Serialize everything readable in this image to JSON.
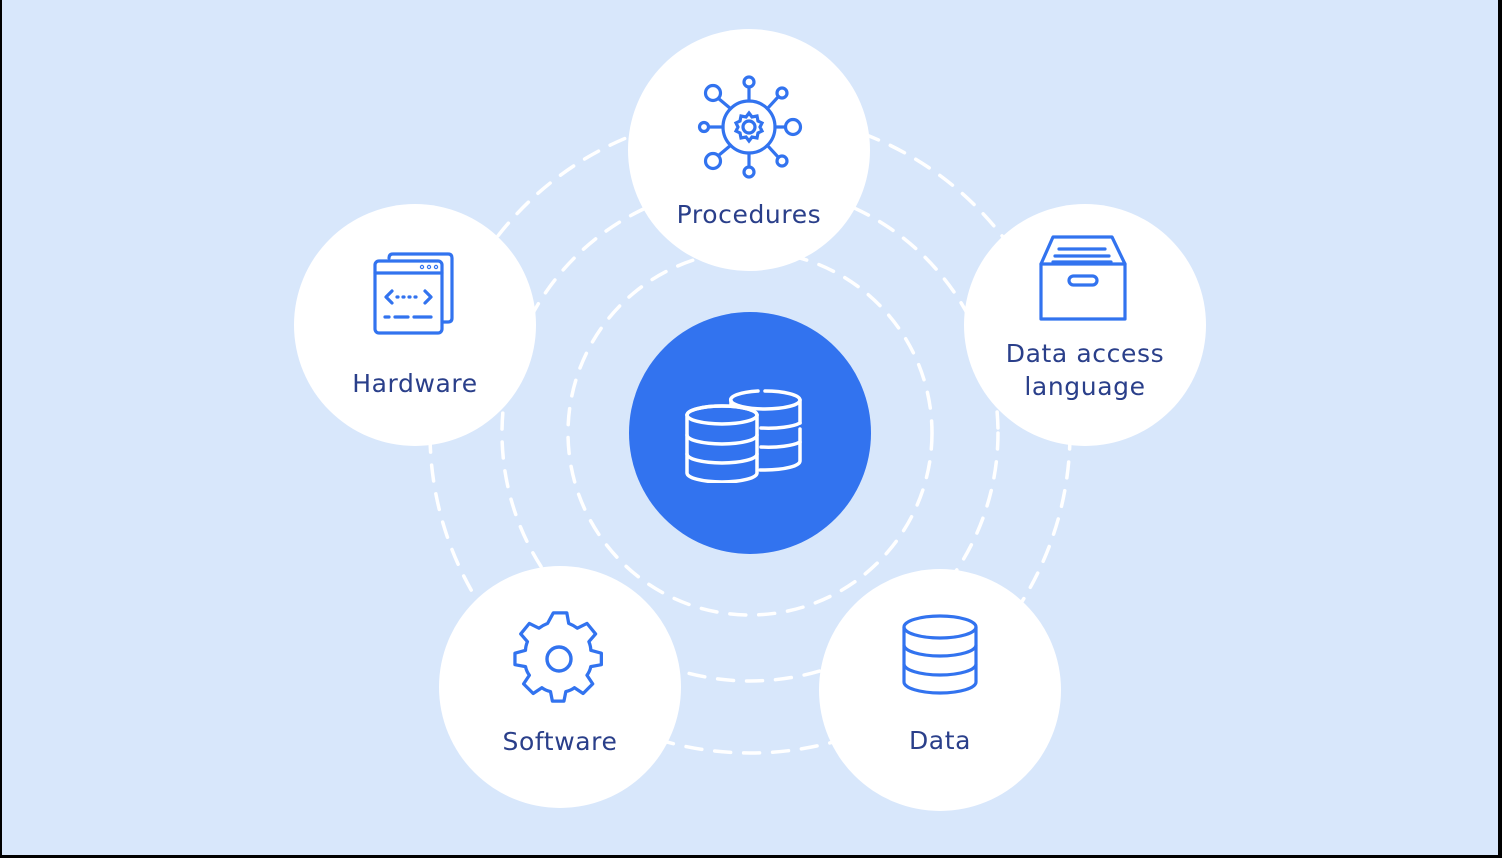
{
  "diagram": {
    "title": "",
    "center": {
      "icon": "database-stack-icon",
      "color": "#3273ef"
    },
    "nodes": [
      {
        "id": "procedures",
        "label": "Procedures",
        "icon": "network-gear-icon"
      },
      {
        "id": "hardware",
        "label": "Hardware",
        "icon": "code-window-icon"
      },
      {
        "id": "data-access-language",
        "label": "Data access\nlanguage",
        "icon": "file-archive-box-icon"
      },
      {
        "id": "software",
        "label": "Software",
        "icon": "gear-icon"
      },
      {
        "id": "data",
        "label": "Data",
        "icon": "database-icon"
      }
    ],
    "colors": {
      "background": "#d8e7fb",
      "node_fill": "#ffffff",
      "icon_stroke": "#3273ef",
      "label_text": "#2a3f8a",
      "ring_stroke": "#ffffff"
    }
  }
}
